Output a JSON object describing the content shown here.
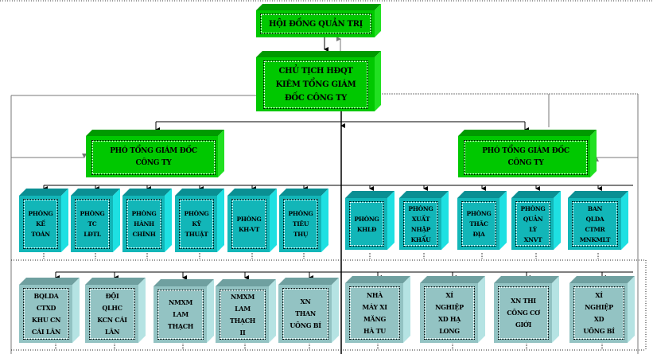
{
  "diagram": {
    "type": "organization-chart",
    "colors": {
      "level1": "#00c800",
      "level2": "#12b6b8",
      "level3": "#93c3c3",
      "solid_line": "#000000",
      "feedback_line": "#777777"
    },
    "board": {
      "label": "HỘI ĐỒNG QUẢN TRỊ"
    },
    "ceo": {
      "label": "CHỦ TỊCH HĐQT\nKIÊM TỔNG GIÁM\nĐỐC CÔNG TY"
    },
    "deputies": [
      {
        "label": "PHÓ TỔNG GIÁM ĐỐC\nCÔNG TY"
      },
      {
        "label": "PHÓ TỔNG GIÁM ĐỐC\nCÔNG TY"
      }
    ],
    "departments": [
      {
        "label": "PHÒNG\nKẾ\nTOÁN",
        "group": "left"
      },
      {
        "label": "PHÒNG\nTC\nLĐTL",
        "group": "left"
      },
      {
        "label": "PHÒNG\nHÀNH\nCHÍNH",
        "group": "left"
      },
      {
        "label": "PHÒNG\nKỸ\nTHUẬT",
        "group": "left"
      },
      {
        "label": "PHÒNG\nKH-VT",
        "group": "left"
      },
      {
        "label": "PHÒNG\nTIÊU\nTHỤ",
        "group": "left"
      },
      {
        "label": "PHÒNG\nKHLĐ",
        "group": "right"
      },
      {
        "label": "PHÒNG\nXUẤT\nNHẬP\nKHẨU",
        "group": "right"
      },
      {
        "label": "PHÒNG\nTHĂC\nĐỊA",
        "group": "right"
      },
      {
        "label": "PHÒNG\nQUẢN\nLÝ\nXNVT",
        "group": "right"
      },
      {
        "label": "BAN\nQLDA\nCTMR\nMNKMLT",
        "group": "right"
      }
    ],
    "units": [
      {
        "label": "BQLDA\nCTXD\nKHU CN\nCÁI LÂN",
        "group": "left"
      },
      {
        "label": "ĐỘI\nQLHC\nKCN CÁI\nLÂN",
        "group": "left"
      },
      {
        "label": "NMXM\nLAM\nTHẠCH",
        "group": "left"
      },
      {
        "label": "NMXM\nLAM\nTHẠCH\nII",
        "group": "left"
      },
      {
        "label": "XN\nTHAN\nUÔNG BÍ",
        "group": "left"
      },
      {
        "label": "NHÀ\nMÁY XI\nMĂNG\nHÀ TU",
        "group": "right"
      },
      {
        "label": "XÍ\nNGHIỆP\nXD HẠ\nLONG",
        "group": "right"
      },
      {
        "label": "XN THI\nCÔNG CƠ\nGIỚI",
        "group": "right"
      },
      {
        "label": "XÍ\nNGHIỆP\nXD\nUÔNG BÍ",
        "group": "right"
      }
    ]
  }
}
